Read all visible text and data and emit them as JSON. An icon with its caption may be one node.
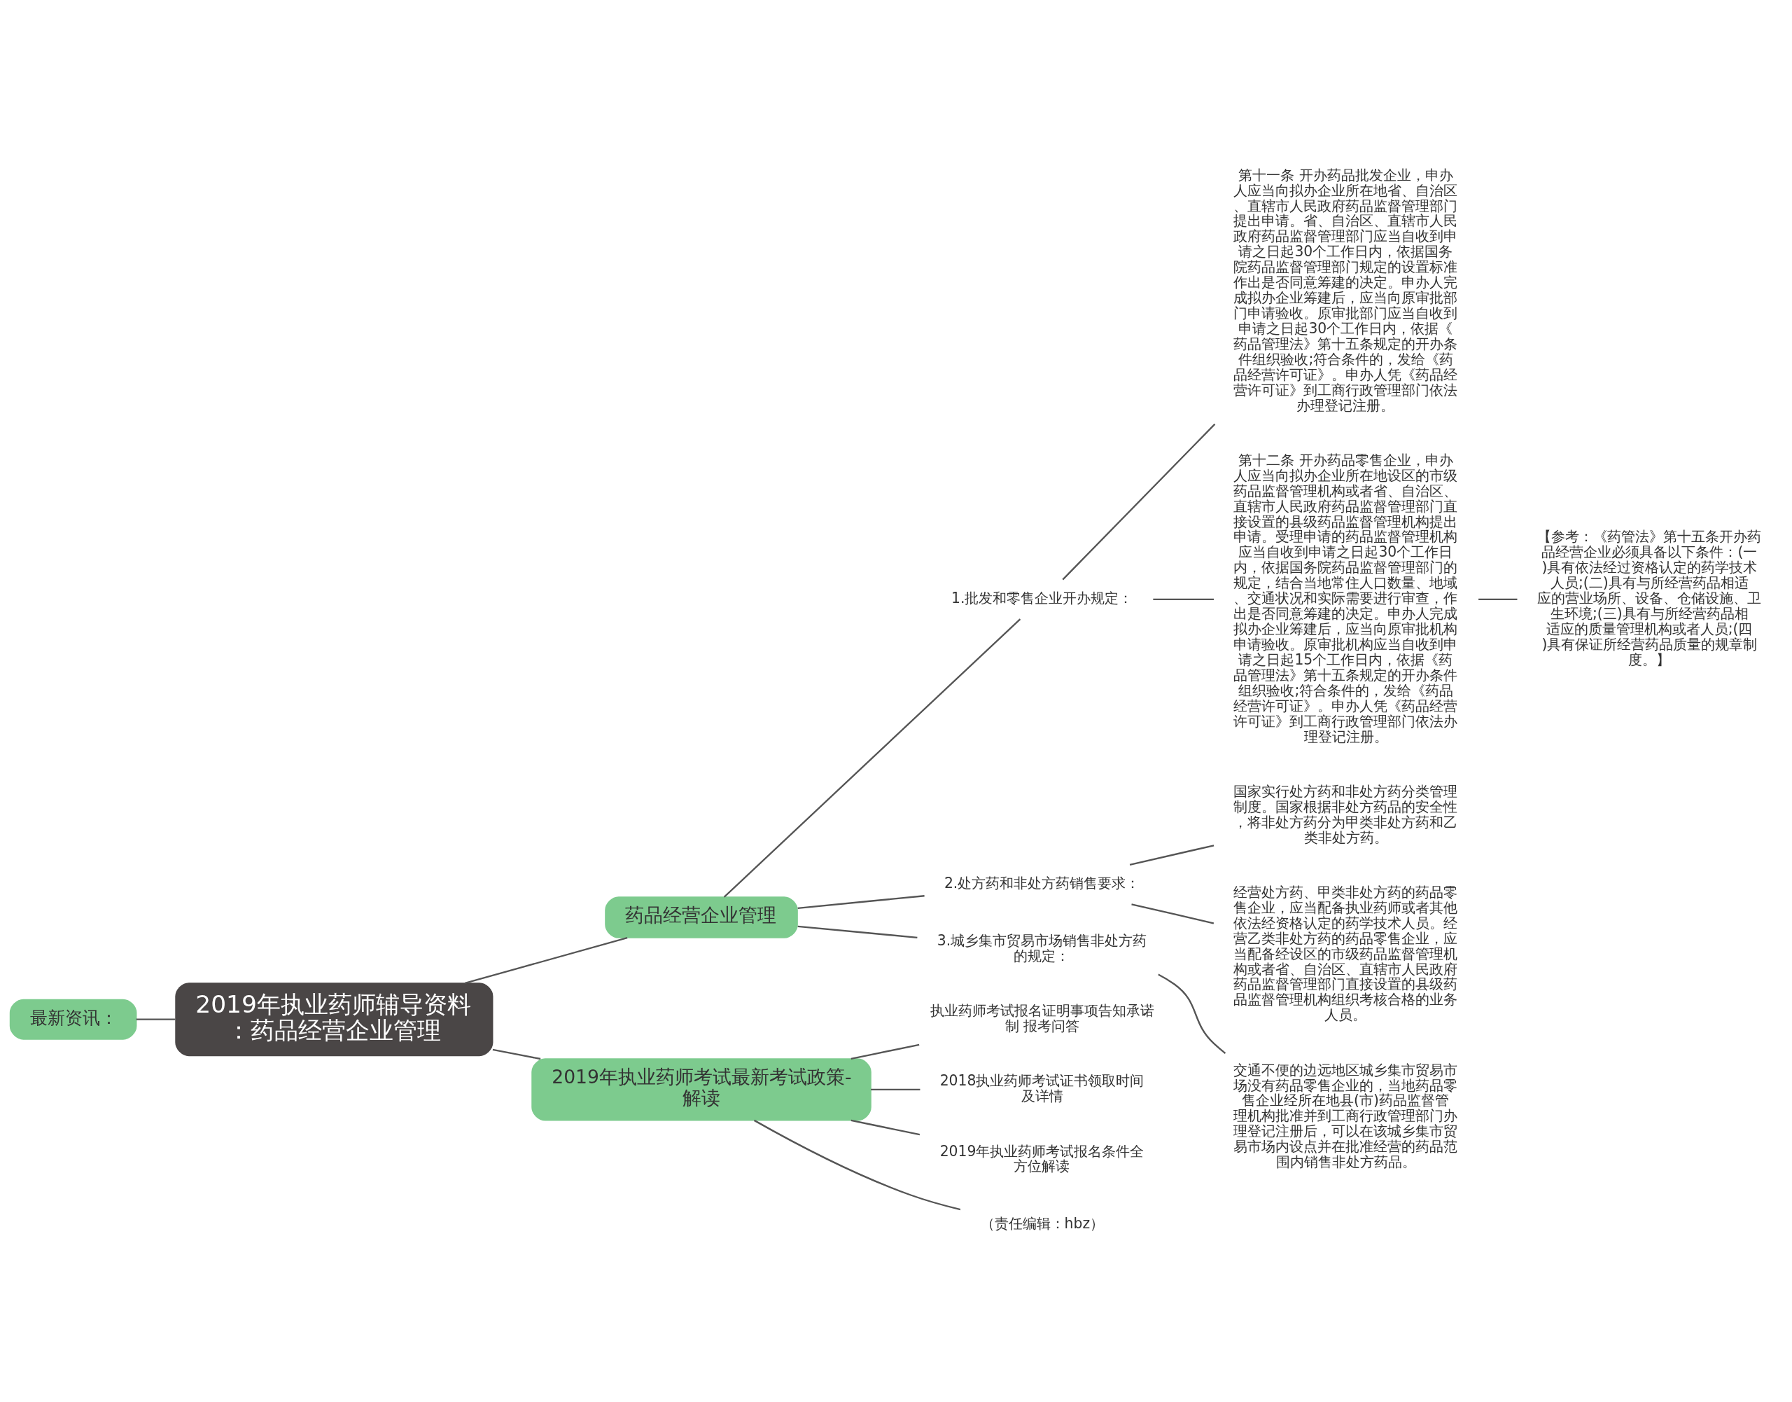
{
  "diagram": {
    "nodes": [
      {
        "text": [
          "2019年执业药师辅导资料：药品经营企业管理"
        ]
      },
      {
        "text": [
          "最新资讯："
        ]
      },
      {
        "text": [
          "药品经营企业管理"
        ]
      },
      {
        "text": [
          "1.批发和零售企业开办规定："
        ]
      },
      {
        "text": [
          "第十一条 开办药品批发企业，申办人应当向拟办企业所在地省、自治区、直辖市人民政府药品监督管理部门提出申请。省、自治区、直辖市人民政府药品监督管理部门应当自收到申请之日起30个工作日内，依据国务院药品监督管理部门规定的设置标准作出是否同意筹建的决定。申办人完成拟办企业筹建后，应当向原审批部门申请验收。原审批部门应当自收到申请之日起30个工作日内，依据《药品管理法》第十五条规定的开办条件组织验收;符合条件的，发给《药品经营许可证》。申办人凭《药品经营许可证》到工商行政管理部门依法办理登记注册。"
        ]
      },
      {
        "text": [
          "第十二条 开办药品零售企业，申办人应当向拟办企业所在地设区的市级药品监督管理机构或者省、自治区、直辖市人民政府药品监督管理部门直接设置的县级药品监督管理机构提出申请。受理申请的药品监督管理机构应当自收到申请之日起30个工作日内，依据国务院药品监督管理部门的规定，结合当地常住人口数量、地域、交通状况和实际需要进行审查，作出是否同意筹建的决定。申办人完成拟办企业筹建后，应当向原审批机构申请验收。原审批机构应当自收到申请之日起15个工作日内，依据《药品管理法》第十五条规定的开办条件组织验收;符合条件的，发给《药品经营许可证》。申办人凭《药品经营许可证》到工商行政管理部门依法办理登记注册。"
        ]
      },
      {
        "text": [
          "【参考：《药管法》第十五条开办药品经营企业必须具备以下条件：(一)具有依法经过资格认定的药学技术人员;(二)具有与所经营药品相适应的营业场所、设备、仓储设施、卫生环境;(三)具有与所经营药品相适应的质量管理机构或者人员;(四)具有保证所经营药品质量的规章制度。】"
        ]
      },
      {
        "text": [
          "2.处方药和非处方药销售要求："
        ]
      },
      {
        "text": [
          "国家实行处方药和非处方药分类管理制度。国家根据非处方药品的安全性，将非处方药分为甲类非处方药和乙类非处方药。"
        ]
      },
      {
        "text": [
          "经营处方药、甲类非处方药的药品零售企业，应当配备执业药师或者其他依法经资格认定的药学技术人员。经营乙类非处方药的药品零售企业，应当配备经设区的市级药品监督管理机构或者省、自治区、直辖市人民政府药品监督管理部门直接设置的县级药品监督管理机构组织考核合格的业务人员。"
        ]
      },
      {
        "text": [
          "3.城乡集市贸易市场销售非处方药的规定："
        ]
      },
      {
        "text": [
          "交通不便的边远地区城乡集市贸易市场没有药品零售企业的，当地药品零售企业经所在地县(市)药品监督管理机构批准并到工商行政管理部门办理登记注册后，可以在该城乡集市贸易市场内设点并在批准经营的药品范围内销售非处方药品。"
        ]
      },
      {
        "text": [
          "2019年执业药师考试最新考试政策-解读"
        ]
      },
      {
        "text": [
          "执业药师考试报名证明事项告知承诺制 报考问答"
        ]
      },
      {
        "text": [
          "2018执业药师考试证书领取时间及详情"
        ]
      },
      {
        "text": [
          "2019年执业药师考试报名条件全方位解读"
        ]
      },
      {
        "text": [
          "（责任编辑：hbz）"
        ]
      }
    ],
    "edges": [
      {
        "from": 1,
        "to": 0,
        "arrow": "none"
      },
      {
        "from": 0,
        "to": 2,
        "arrow": "none"
      },
      {
        "from": 2,
        "to": 3,
        "arrow": "none"
      },
      {
        "from": 3,
        "to": 4,
        "arrow": "none"
      },
      {
        "from": 3,
        "to": 5,
        "arrow": "none"
      },
      {
        "from": 5,
        "to": 6,
        "arrow": "none"
      },
      {
        "from": 2,
        "to": 7,
        "arrow": "none"
      },
      {
        "from": 7,
        "to": 8,
        "arrow": "none"
      },
      {
        "from": 7,
        "to": 9,
        "arrow": "none"
      },
      {
        "from": 2,
        "to": 10,
        "arrow": "none"
      },
      {
        "from": 10,
        "to": 11,
        "arrow": "none"
      },
      {
        "from": 0,
        "to": 12,
        "arrow": "none"
      },
      {
        "from": 12,
        "to": 13,
        "arrow": "none"
      },
      {
        "from": 12,
        "to": 14,
        "arrow": "none"
      },
      {
        "from": 12,
        "to": 15,
        "arrow": "none"
      },
      {
        "from": 12,
        "to": 16,
        "arrow": "none"
      }
    ]
  }
}
